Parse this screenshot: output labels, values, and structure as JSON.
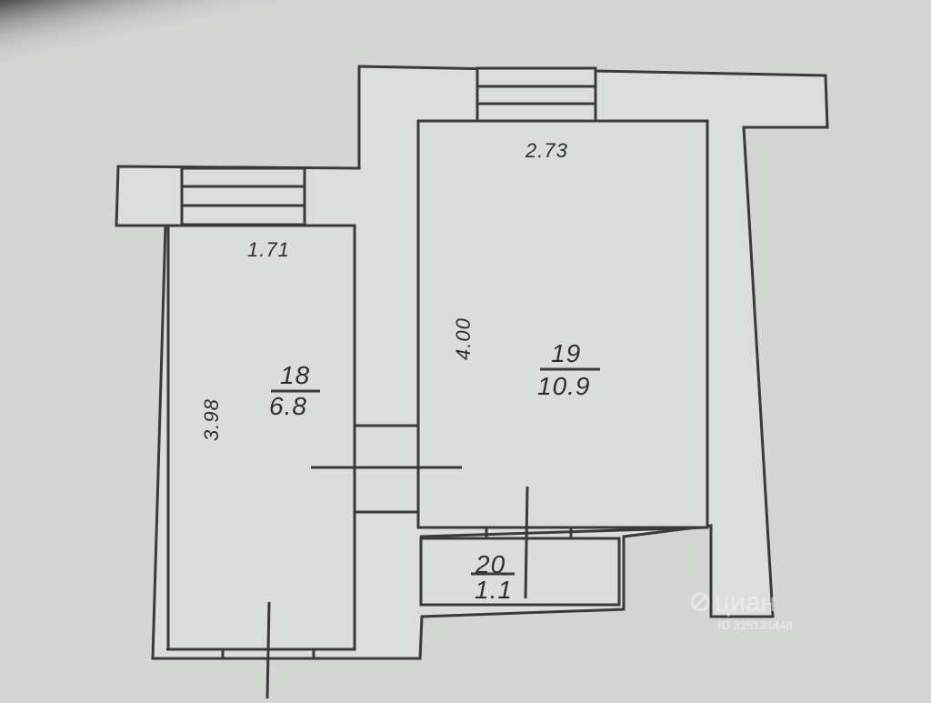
{
  "plan": {
    "rooms": [
      {
        "id": "18",
        "number": "18",
        "area": "6.8",
        "width": "1.71",
        "length": "3.98"
      },
      {
        "id": "19",
        "number": "19",
        "area": "10.9",
        "width": "2.73",
        "length": "4.00"
      },
      {
        "id": "20",
        "number": "20",
        "area": "1.1"
      }
    ]
  },
  "watermark": {
    "brand": "циан",
    "id_text": "ID 325131448"
  },
  "colors": {
    "paper": "#d4d6d4",
    "ink": "#3a3a3a"
  }
}
